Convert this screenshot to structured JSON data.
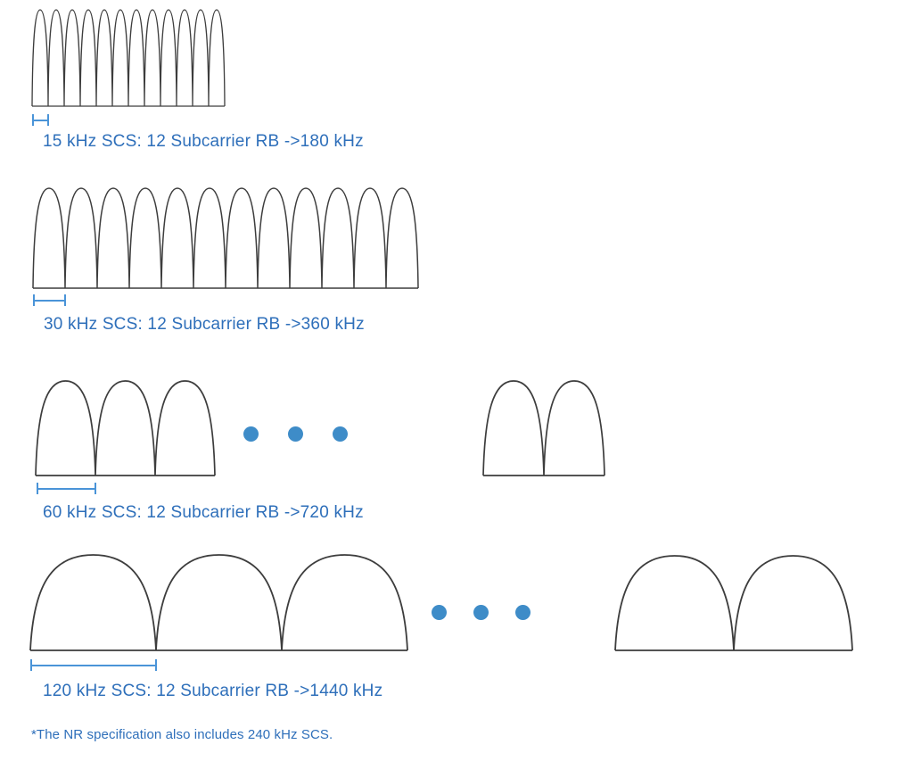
{
  "colors": {
    "arch_stroke": "#3d3d3d",
    "label_text": "#2e6fba",
    "ellipsis_dot": "#3e8cc8",
    "bracket": "#4a94d8",
    "background": "#ffffff"
  },
  "diagram": {
    "topic": "5G NR subcarrier spacing and resource block bandwidth",
    "rows": [
      {
        "scs_khz": 15,
        "subcarriers_per_rb": 12,
        "rb_bandwidth_khz": 180,
        "label": "15 kHz SCS: 12 Subcarrier RB ->180 kHz",
        "has_ellipsis": false
      },
      {
        "scs_khz": 30,
        "subcarriers_per_rb": 12,
        "rb_bandwidth_khz": 360,
        "label": "30 kHz SCS: 12 Subcarrier RB ->360 kHz",
        "has_ellipsis": false
      },
      {
        "scs_khz": 60,
        "subcarriers_per_rb": 12,
        "rb_bandwidth_khz": 720,
        "label": "60 kHz SCS: 12 Subcarrier RB ->720 kHz",
        "has_ellipsis": true
      },
      {
        "scs_khz": 120,
        "subcarriers_per_rb": 12,
        "rb_bandwidth_khz": 1440,
        "label": "120 kHz SCS: 12 Subcarrier RB ->1440 kHz",
        "has_ellipsis": true
      }
    ],
    "footnote": "*The NR specification also includes 240 kHz SCS."
  },
  "figures": {
    "r1g1": {
      "count": 12,
      "lobe_width": 18,
      "height": 108,
      "stroke_width": 1.3
    },
    "r2g1": {
      "count": 12,
      "lobe_width": 36,
      "height": 112,
      "stroke_width": 1.5
    },
    "r3g1": {
      "count": 3,
      "lobe_width": 67,
      "height": 106,
      "stroke_width": 1.7
    },
    "r3g2": {
      "count": 2,
      "lobe_width": 68,
      "height": 106,
      "stroke_width": 1.7
    },
    "r4g1": {
      "count": 3,
      "lobe_width": 141,
      "height": 107,
      "stroke_width": 1.8
    },
    "r4g2": {
      "count": 2,
      "lobe_width": 133,
      "height": 106,
      "stroke_width": 1.8
    }
  }
}
